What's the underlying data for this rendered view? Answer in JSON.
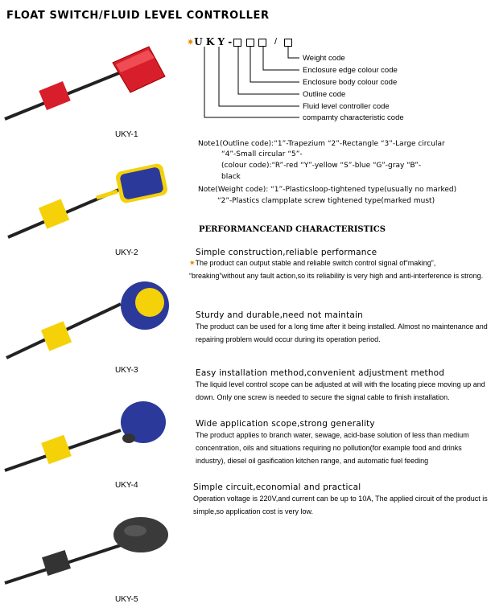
{
  "title": "FLOAT SWITCH/FLUID LEVEL CONTROLLER",
  "products": [
    {
      "label": "UKY-1"
    },
    {
      "label": "UKY-2"
    },
    {
      "label": "UKY-3"
    },
    {
      "label": "UKY-4"
    },
    {
      "label": "UKY-5"
    }
  ],
  "code": {
    "prefix": "U K Y -",
    "slash": "/",
    "legend": [
      "Weight code",
      "Enclosure edge colour code",
      "Enclosure body colour code",
      "Outline code",
      "Fluid level controller  code",
      "compamty characteristic code"
    ]
  },
  "notes": [
    "Note1(Outline code):“1”-Trapezium  “2”-Rectangle   “3”-Large circular",
    "“4”-Small circular  “5”-",
    "(colour code):“R”-red  “Y”-yellow  “S”-blue  “G”-gray  “B”-",
    "black",
    "Note(Weight code): “1”-Plasticsloop-tightened type(usually no marked)",
    "“2”-Plastics clampplate screw tightened type(marked must)"
  ],
  "performance_title": "PERFORMANCEAND CHARACTERISTICS",
  "sections": [
    {
      "heading": "Simple construction,reliable performance",
      "body": "The product can output stable and reliable switch control signal of“making”, “breaking”without any fault action,so its reliability is very high and anti-interference is strong."
    },
    {
      "heading": "Sturdy and durable,need not maintain",
      "body": "The product can be used for a long time after it being installed. Almost no maintenance and repairing problem would occur during its operation period."
    },
    {
      "heading": "Easy installation method,convenient adjustment method",
      "body": "The liquid level control scope can be adjusted at will with the locating piece moving up and down. Only one screw is needed to secure the signal cable to finish installation."
    },
    {
      "heading": "Wide application scope,strong generality",
      "body": "The product applies to branch water, sewage, acid-base solution of less than medium concentration, oils and situations requiring no pollution(for example food and drinks industry), diesel oil gasification kitchen range, and automatic fuel feeding"
    },
    {
      "heading": "Simple circuit,economial and practical",
      "body": "Operation voltage is 220V,and current can be up to 10A, The applied circuit of the product is simple,so application cost is very low."
    }
  ],
  "colors": {
    "star": "#e58a00",
    "red": "#d81e2a",
    "yellow": "#f5d10a",
    "blue": "#2b3a9a",
    "gray": "#3a3a3a"
  }
}
